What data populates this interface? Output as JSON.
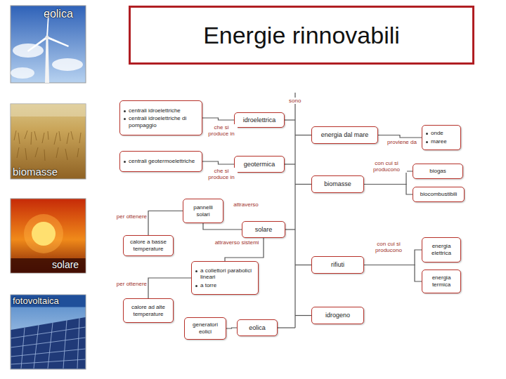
{
  "diagram": {
    "title": "Energie rinnovabili",
    "nodes": [
      {
        "text": [
          "centrali idroelettriche",
          "centrali idroelettriche di pompaggio"
        ]
      },
      {
        "text": [
          "idroelettrica"
        ]
      },
      {
        "text": [
          "energia dal mare"
        ]
      },
      {
        "text": [
          "onde",
          "maree"
        ]
      },
      {
        "text": [
          "centrali geotermoelettriche"
        ]
      },
      {
        "text": [
          "geotermica"
        ]
      },
      {
        "text": [
          "biogas"
        ]
      },
      {
        "text": [
          "biomasse"
        ]
      },
      {
        "text": [
          "biocombustibili"
        ]
      },
      {
        "text": [
          "pannelli solari"
        ]
      },
      {
        "text": [
          "solare"
        ]
      },
      {
        "text": [
          "calore a basse temperature"
        ]
      },
      {
        "text": [
          "energia elettrica"
        ]
      },
      {
        "text": [
          "a collettori parabolici lineari",
          "a torre"
        ]
      },
      {
        "text": [
          "rifiuti"
        ]
      },
      {
        "text": [
          "energia termica"
        ]
      },
      {
        "text": [
          "calore ad alte temperature"
        ]
      },
      {
        "text": [
          "idrogeno"
        ]
      },
      {
        "text": [
          "generatori eolici"
        ]
      },
      {
        "text": [
          "eolica"
        ]
      }
    ],
    "edges": [
      {
        "from": 1,
        "to": 0,
        "arrow": "none",
        "label": "che si produce in"
      },
      {
        "from": 2,
        "to": 3,
        "arrow": "none",
        "label": "proviene da"
      },
      {
        "from": 5,
        "to": 4,
        "arrow": "none",
        "label": "che si produce in"
      },
      {
        "from": 7,
        "to": 6,
        "arrow": "none",
        "label": "con cui si producono"
      },
      {
        "from": 7,
        "to": 8,
        "arrow": "none"
      },
      {
        "from": 10,
        "to": 9,
        "arrow": "none",
        "label": "attraverso"
      },
      {
        "from": 9,
        "to": 11,
        "arrow": "none",
        "label": "per ottenere"
      },
      {
        "from": 10,
        "to": 13,
        "arrow": "none",
        "label": "attraverso sistemi"
      },
      {
        "from": 13,
        "to": 16,
        "arrow": "none",
        "label": "per ottenere"
      },
      {
        "from": 14,
        "to": 12,
        "arrow": "none",
        "label": "con cui si producono"
      },
      {
        "from": 14,
        "to": 15,
        "arrow": "none"
      },
      {
        "from": 19,
        "to": 18,
        "arrow": "none"
      }
    ],
    "labels": [
      "eolica",
      "biomasse",
      "solare",
      "fotovoltaica",
      "sono"
    ]
  }
}
